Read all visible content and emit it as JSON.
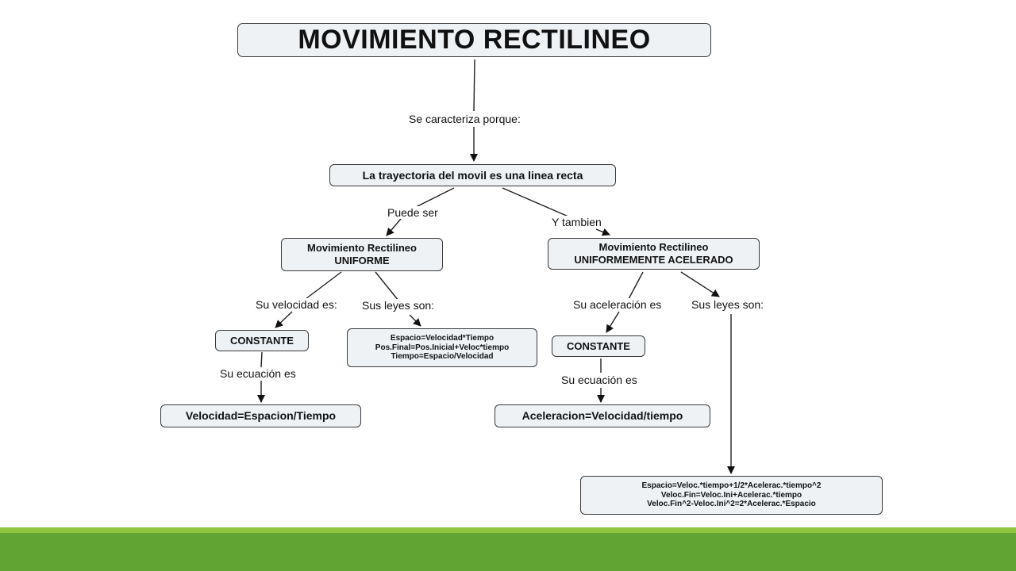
{
  "title": "MOVIMIENTO RECTILINEO",
  "nodes": {
    "trajectory": "La trayectoria del movil es una linea recta",
    "uniform": "Movimiento Rectilineo\nUNIFORME",
    "accelerated": "Movimiento Rectilineo\nUNIFORMEMENTE ACELERADO",
    "uniform_constant": "CONSTANTE",
    "uniform_laws": "Espacio=Velocidad*Tiempo\nPos.Final=Pos.Inicial+Veloc*tiempo\nTiempo=Espacio/Velocidad",
    "uniform_equation": "Velocidad=Espacion/Tiempo",
    "accel_constant": "CONSTANTE",
    "accel_equation": "Aceleracion=Velocidad/tiempo",
    "accel_laws": "Espacio=Veloc.*tiempo+1/2*Acelerac.*tiempo^2\nVeloc.Fin=Veloc.Ini+Acelerac.*tiempo\nVeloc.Fin^2-Veloc.Ini^2=2*Acelerac.*Espacio"
  },
  "links": {
    "characterized": "Se caracteriza porque:",
    "can_be": "Puede ser",
    "also": "Y tambien",
    "velocity_is": "Su velocidad es:",
    "laws_uniform": "Sus leyes son:",
    "equation_uniform": "Su ecuación es",
    "acceleration_is": "Su aceleración es",
    "laws_accel": "Sus leyes son:",
    "equation_accel": "Su ecuación es"
  },
  "colors": {
    "node_fill": "#eef2f5",
    "node_border": "#3a3a3a",
    "footer_light": "#8dc540",
    "footer_dark": "#62a433"
  }
}
